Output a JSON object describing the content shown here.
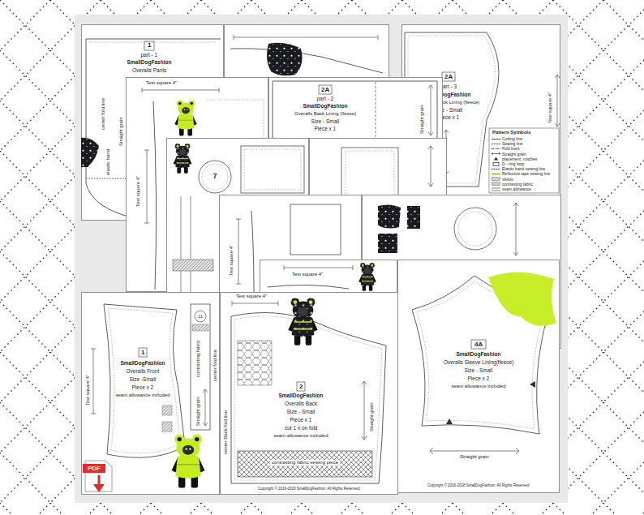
{
  "diagram": {
    "nodes": [
      {
        "text": [
          "1",
          "part - 1",
          "SmallDogFashion",
          "Overalls Pants",
          "Straight grain",
          "center fold line",
          "elastic band"
        ]
      },
      {
        "text": [
          "2A",
          "part - 3",
          "SmallDogFashion",
          "Overalls Back Lining (fleece)",
          "Size - Small",
          "Piece x 1",
          "Test square 4\"",
          "Pattern Symbols"
        ]
      },
      {
        "text": [
          "Test square 4\"",
          "Test square 4\""
        ]
      },
      {
        "text": [
          "2A",
          "part - 2",
          "SmallDogFashion",
          "Overalls Back Lining (fleece)",
          "Size - Small",
          "Piece x 1",
          "Straight grain"
        ]
      },
      {
        "text": [
          "7"
        ]
      },
      {
        "text": [
          "Test square 4\""
        ]
      },
      {
        "text": [
          "Test square 4\""
        ]
      },
      {
        "text": [
          "Test square 4\"",
          "1",
          "SmallDogFashion",
          "Overalls Front",
          "Size -Small",
          "Piece x 2",
          "seam allowance included",
          "11",
          "contrasting fabric",
          "center fold line",
          "Straight grain"
        ]
      },
      {
        "text": [
          "Test square 4\"",
          "2",
          "SmallDogFashion",
          "Overalls Back",
          "Size - Small",
          "Piece x 1",
          "cut 1 x on fold",
          "seam allowance included",
          "center Back fold line",
          "Straight grain",
          "contrasting fabric sewing piece",
          "Copyright © 2016-2018 SmallDogFashion. All Rights Reserved."
        ]
      },
      {
        "text": [
          "4A",
          "SmallDogFashion",
          "Overalls Sleeve Lining(fleece)",
          "Size - Small",
          "Piece x 2",
          "seam allowance included",
          "Straight grain",
          "Copyright © 2016-2018 SmallDogFashion. All Rights Reserved."
        ]
      }
    ],
    "labels": [
      "PDF"
    ],
    "legend": [
      {
        "text": "Cutting line"
      },
      {
        "text": "Sewing line"
      },
      {
        "text": "Fold lines"
      },
      {
        "text": "Straight grain"
      },
      {
        "text": "placement, notches"
      },
      {
        "text": "D - ring loop"
      },
      {
        "text": "Elastic band sewing line"
      },
      {
        "text": "Reflective tape sewing line"
      },
      {
        "text": "Velcro"
      },
      {
        "text": "contrasting fabric",
        "color": "#cccccc"
      },
      {
        "text": "seam allowance"
      }
    ]
  }
}
